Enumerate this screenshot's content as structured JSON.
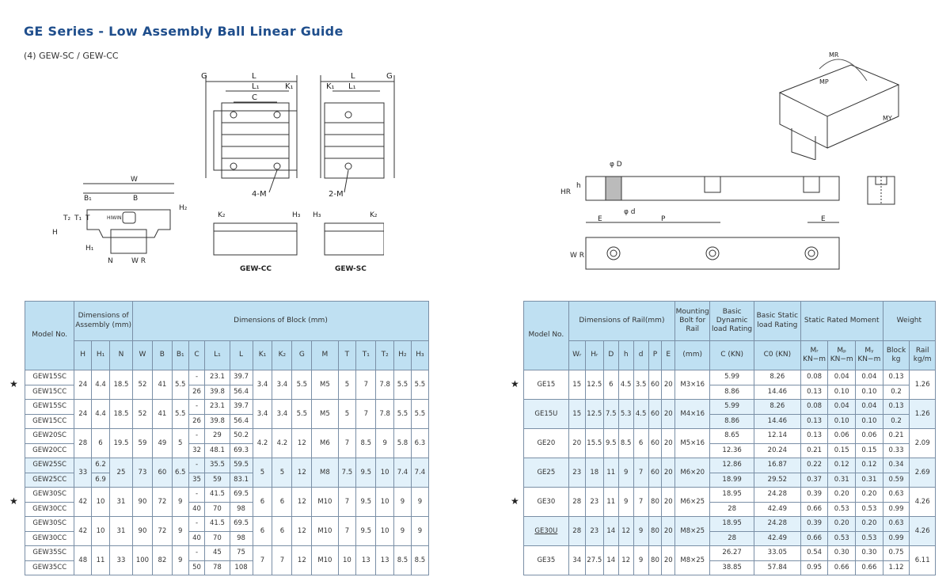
{
  "title": "GE Series - Low Assembly Ball Linear Guide",
  "subtitle": "(4)  GEW-SC / GEW-CC",
  "drawing_labels": {
    "G": "G",
    "L": "L",
    "L1": "L₁",
    "K1": "K₁",
    "C": "C",
    "four_m": "4-M",
    "two_m": "2-M",
    "W": "W",
    "B1": "B₁",
    "B": "B",
    "H2": "H₂",
    "H": "H",
    "T2": "T₂",
    "T1": "T₁",
    "T": "T",
    "H1": "H₁",
    "N": "N",
    "WR": "W R",
    "K2": "K₂",
    "H3": "H₃",
    "gew_cc": "GEW-CC",
    "gew_sc": "GEW-SC",
    "phiD": "φ D",
    "phid": "φ d",
    "h": "h",
    "HR": "HR",
    "E": "E",
    "P": "P",
    "MR": "MR",
    "MP": "MP",
    "MY": "MY",
    "brand": "HIWIN"
  },
  "block_table": {
    "headers": {
      "model": "Model No.",
      "assembly": "Dimensions of Assembly (mm)",
      "block": "Dimensions of Block (mm)",
      "cols": [
        "H",
        "H₁",
        "N",
        "W",
        "B",
        "B₁",
        "C",
        "L₁",
        "L",
        "K₁",
        "K₂",
        "G",
        "M",
        "T",
        "T₁",
        "T₂",
        "H₂",
        "H₃"
      ]
    },
    "groups": [
      {
        "star": true,
        "rows": [
          {
            "model": "GEW15SC",
            "C": "-",
            "L1": "23.1",
            "L": "39.7"
          },
          {
            "model": "GEW15CC",
            "C": "26",
            "L1": "39.8",
            "L": "56.4"
          }
        ],
        "H": "24",
        "H1": "4.4",
        "N": "18.5",
        "W": "52",
        "B": "41",
        "B1": "5.5",
        "K1": "3.4",
        "K2": "3.4",
        "G": "5.5",
        "M": "M5",
        "T": "5",
        "T1": "7",
        "T2": "7.8",
        "H2": "5.5",
        "H3": "5.5"
      },
      {
        "star": false,
        "rows": [
          {
            "model": "GEW15SC",
            "C": "-",
            "L1": "23.1",
            "L": "39.7"
          },
          {
            "model": "GEW15CC",
            "C": "26",
            "L1": "39.8",
            "L": "56.4"
          }
        ],
        "H": "24",
        "H1": "4.4",
        "N": "18.5",
        "W": "52",
        "B": "41",
        "B1": "5.5",
        "K1": "3.4",
        "K2": "3.4",
        "G": "5.5",
        "M": "M5",
        "T": "5",
        "T1": "7",
        "T2": "7.8",
        "H2": "5.5",
        "H3": "5.5"
      },
      {
        "star": false,
        "rows": [
          {
            "model": "GEW20SC",
            "C": "-",
            "L1": "29",
            "L": "50.2"
          },
          {
            "model": "GEW20CC",
            "C": "32",
            "L1": "48.1",
            "L": "69.3"
          }
        ],
        "H": "28",
        "H1": "6",
        "N": "19.5",
        "W": "59",
        "B": "49",
        "B1": "5",
        "K1": "4.2",
        "K2": "4.2",
        "G": "12",
        "M": "M6",
        "T": "7",
        "T1": "8.5",
        "T2": "9",
        "H2": "5.8",
        "H3": "6.3"
      },
      {
        "star": false,
        "rows": [
          {
            "model": "GEW25SC",
            "C": "-",
            "L1": "35.5",
            "L": "59.5",
            "H1": "6.2"
          },
          {
            "model": "GEW25CC",
            "C": "35",
            "L1": "59",
            "L": "83.1",
            "H1": "6.9"
          }
        ],
        "H": "33",
        "H1": "",
        "N": "25",
        "W": "73",
        "B": "60",
        "B1": "6.5",
        "K1": "5",
        "K2": "5",
        "G": "12",
        "M": "M8",
        "T": "7.5",
        "T1": "9.5",
        "T2": "10",
        "H2": "7.4",
        "H3": "7.4"
      },
      {
        "star": true,
        "rows": [
          {
            "model": "GEW30SC",
            "C": "-",
            "L1": "41.5",
            "L": "69.5"
          },
          {
            "model": "GEW30CC",
            "C": "40",
            "L1": "70",
            "L": "98"
          }
        ],
        "H": "42",
        "H1": "10",
        "N": "31",
        "W": "90",
        "B": "72",
        "B1": "9",
        "K1": "6",
        "K2": "6",
        "G": "12",
        "M": "M10",
        "T": "7",
        "T1": "9.5",
        "T2": "10",
        "H2": "9",
        "H3": "9"
      },
      {
        "star": false,
        "rows": [
          {
            "model": "GEW30SC",
            "C": "-",
            "L1": "41.5",
            "L": "69.5"
          },
          {
            "model": "GEW30CC",
            "C": "40",
            "L1": "70",
            "L": "98"
          }
        ],
        "H": "42",
        "H1": "10",
        "N": "31",
        "W": "90",
        "B": "72",
        "B1": "9",
        "K1": "6",
        "K2": "6",
        "G": "12",
        "M": "M10",
        "T": "7",
        "T1": "9.5",
        "T2": "10",
        "H2": "9",
        "H3": "9"
      },
      {
        "star": false,
        "rows": [
          {
            "model": "GEW35SC",
            "C": "-",
            "L1": "45",
            "L": "75"
          },
          {
            "model": "GEW35CC",
            "C": "50",
            "L1": "78",
            "L": "108"
          }
        ],
        "H": "48",
        "H1": "11",
        "N": "33",
        "W": "100",
        "B": "82",
        "B1": "9",
        "K1": "7",
        "K2": "7",
        "G": "12",
        "M": "M10",
        "T": "10",
        "T1": "13",
        "T2": "13",
        "H2": "8.5",
        "H3": "8.5"
      }
    ]
  },
  "rail_table": {
    "headers": {
      "model": "Model No.",
      "rail": "Dimensions of Rail(mm)",
      "bolt": "Mounting Bolt for Rail",
      "dyn": "Basic Dynamic load Rating",
      "stat": "Basic Static load Rating",
      "moment": "Static Rated Moment",
      "weight": "Weight",
      "cols": [
        "Wᵣ",
        "Hᵣ",
        "D",
        "h",
        "d",
        "P",
        "E"
      ],
      "bolt_unit": "(mm)",
      "dyn_unit": "C (KN)",
      "stat_unit": "C0 (KN)",
      "mr": "Mᵣ KN−m",
      "mp": "Mₚ KN−m",
      "my": "Mᵧ KN−m",
      "block": "Block kg",
      "rail_w": "Rail kg/m"
    },
    "groups": [
      {
        "star": true,
        "model": "GE15",
        "link": false,
        "WR": "15",
        "HR": "12.5",
        "D": "6",
        "h": "4.5",
        "d": "3.5",
        "P": "60",
        "E": "20",
        "bolt": "M3×16",
        "rail": "1.26",
        "rows": [
          {
            "C": "5.99",
            "C0": "8.26",
            "MR": "0.08",
            "MP": "0.04",
            "MY": "0.04",
            "block": "0.13"
          },
          {
            "C": "8.86",
            "C0": "14.46",
            "MR": "0.13",
            "MP": "0.10",
            "MY": "0.10",
            "block": "0.2"
          }
        ]
      },
      {
        "star": false,
        "model": "GE15U",
        "link": false,
        "WR": "15",
        "HR": "12.5",
        "D": "7.5",
        "h": "5.3",
        "d": "4.5",
        "P": "60",
        "E": "20",
        "bolt": "M4×16",
        "rail": "1.26",
        "rows": [
          {
            "C": "5.99",
            "C0": "8.26",
            "MR": "0.08",
            "MP": "0.04",
            "MY": "0.04",
            "block": "0.13"
          },
          {
            "C": "8.86",
            "C0": "14.46",
            "MR": "0.13",
            "MP": "0.10",
            "MY": "0.10",
            "block": "0.2"
          }
        ]
      },
      {
        "star": false,
        "model": "GE20",
        "link": false,
        "WR": "20",
        "HR": "15.5",
        "D": "9.5",
        "h": "8.5",
        "d": "6",
        "P": "60",
        "E": "20",
        "bolt": "M5×16",
        "rail": "2.09",
        "rows": [
          {
            "C": "8.65",
            "C0": "12.14",
            "MR": "0.13",
            "MP": "0.06",
            "MY": "0.06",
            "block": "0.21"
          },
          {
            "C": "12.36",
            "C0": "20.24",
            "MR": "0.21",
            "MP": "0.15",
            "MY": "0.15",
            "block": "0.33"
          }
        ]
      },
      {
        "star": false,
        "model": "GE25",
        "link": false,
        "WR": "23",
        "HR": "18",
        "D": "11",
        "h": "9",
        "d": "7",
        "P": "60",
        "E": "20",
        "bolt": "M6×20",
        "rail": "2.69",
        "rows": [
          {
            "C": "12.86",
            "C0": "16.87",
            "MR": "0.22",
            "MP": "0.12",
            "MY": "0.12",
            "block": "0.34"
          },
          {
            "C": "18.99",
            "C0": "29.52",
            "MR": "0.37",
            "MP": "0.31",
            "MY": "0.31",
            "block": "0.59"
          }
        ]
      },
      {
        "star": true,
        "model": "GE30",
        "link": false,
        "WR": "28",
        "HR": "23",
        "D": "11",
        "h": "9",
        "d": "7",
        "P": "80",
        "E": "20",
        "bolt": "M6×25",
        "rail": "4.26",
        "rows": [
          {
            "C": "18.95",
            "C0": "24.28",
            "MR": "0.39",
            "MP": "0.20",
            "MY": "0.20",
            "block": "0.63"
          },
          {
            "C": "28",
            "C0": "42.49",
            "MR": "0.66",
            "MP": "0.53",
            "MY": "0.53",
            "block": "0.99"
          }
        ]
      },
      {
        "star": false,
        "model": "GE30U",
        "link": true,
        "WR": "28",
        "HR": "23",
        "D": "14",
        "h": "12",
        "d": "9",
        "P": "80",
        "E": "20",
        "bolt": "M8×25",
        "rail": "4.26",
        "rows": [
          {
            "C": "18.95",
            "C0": "24.28",
            "MR": "0.39",
            "MP": "0.20",
            "MY": "0.20",
            "block": "0.63"
          },
          {
            "C": "28",
            "C0": "42.49",
            "MR": "0.66",
            "MP": "0.53",
            "MY": "0.53",
            "block": "0.99"
          }
        ]
      },
      {
        "star": false,
        "model": "GE35",
        "link": false,
        "WR": "34",
        "HR": "27.5",
        "D": "14",
        "h": "12",
        "d": "9",
        "P": "80",
        "E": "20",
        "bolt": "M8×25",
        "rail": "6.11",
        "rows": [
          {
            "C": "26.27",
            "C0": "33.05",
            "MR": "0.54",
            "MP": "0.30",
            "MY": "0.30",
            "block": "0.75"
          },
          {
            "C": "38.85",
            "C0": "57.84",
            "MR": "0.95",
            "MP": "0.66",
            "MY": "0.66",
            "block": "1.12"
          }
        ]
      }
    ]
  },
  "star_glyph": "★"
}
